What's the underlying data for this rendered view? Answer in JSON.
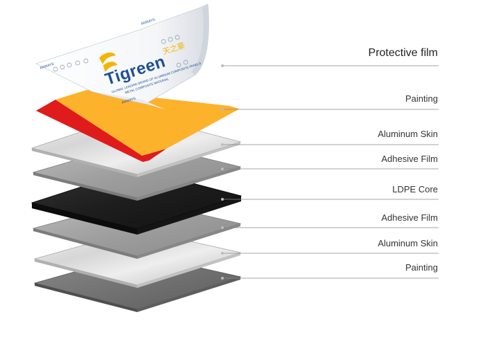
{
  "diagram": {
    "layers": [
      {
        "label": "Protective film"
      },
      {
        "label": "Painting"
      },
      {
        "label": "Aluminum Skin"
      },
      {
        "label": "Adhesive Film"
      },
      {
        "label": "LDPE Core"
      },
      {
        "label": "Adhesive Film"
      },
      {
        "label": "Aluminum Skin"
      },
      {
        "label": "Painting"
      }
    ],
    "film_print": {
      "brand": "Tigreen",
      "chinese": "天之豪",
      "tagline": "GLOBAL LEADING BRAND OF ALUMINUM COMPOSITE PANELS",
      "subtagline": "METAL COMPOSITE MATERIAL",
      "corner_text": "ANWAYS"
    },
    "colors": {
      "painting_red": "#e01b1b",
      "painting_orange": "#fdb22c",
      "aluminum": "#d4d4d4",
      "adhesive": "#9a9a9a",
      "ldpe_core": "#1d1d1d",
      "bottom_painting": "#707070",
      "leader_line": "#888888",
      "brand_yellow": "#f5b400",
      "brand_blue": "#1d4f96"
    }
  }
}
